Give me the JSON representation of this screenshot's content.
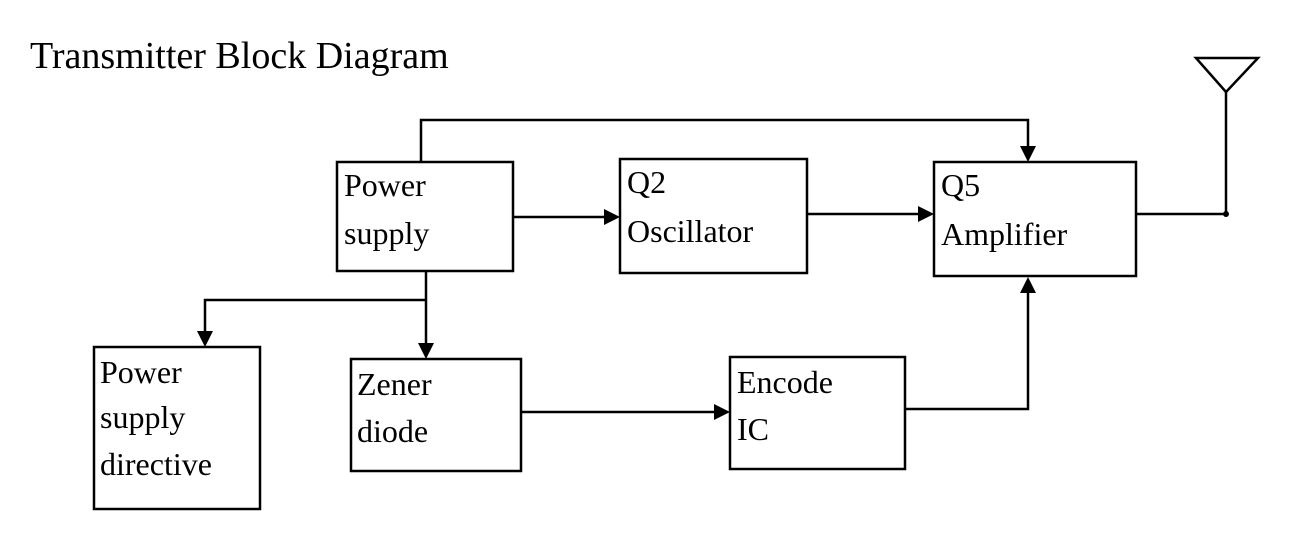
{
  "title": "Transmitter Block Diagram",
  "blocks": {
    "power_supply": {
      "line1": "Power",
      "line2": "supply"
    },
    "oscillator": {
      "line1": "Q2",
      "line2": "Oscillator"
    },
    "amplifier": {
      "line1": "Q5",
      "line2": "Amplifier"
    },
    "power_supply_directive": {
      "line1": "Power",
      "line2": "supply",
      "line3": "directive"
    },
    "zener_diode": {
      "line1": "Zener",
      "line2": "diode"
    },
    "encode_ic": {
      "line1": "Encode",
      "line2": "IC"
    }
  },
  "connections": [
    {
      "from": "Power supply",
      "to": "Q2 Oscillator"
    },
    {
      "from": "Q2 Oscillator",
      "to": "Q5 Amplifier"
    },
    {
      "from": "Power supply",
      "to": "Q5 Amplifier"
    },
    {
      "from": "Power supply",
      "to": "Power supply directive"
    },
    {
      "from": "Power supply",
      "to": "Zener diode"
    },
    {
      "from": "Zener diode",
      "to": "Encode IC"
    },
    {
      "from": "Encode IC",
      "to": "Q5 Amplifier"
    },
    {
      "from": "Q5 Amplifier",
      "to": "antenna"
    }
  ],
  "icons": {
    "antenna": "antenna-icon"
  },
  "colors": {
    "line": "#000000",
    "background": "#ffffff"
  }
}
